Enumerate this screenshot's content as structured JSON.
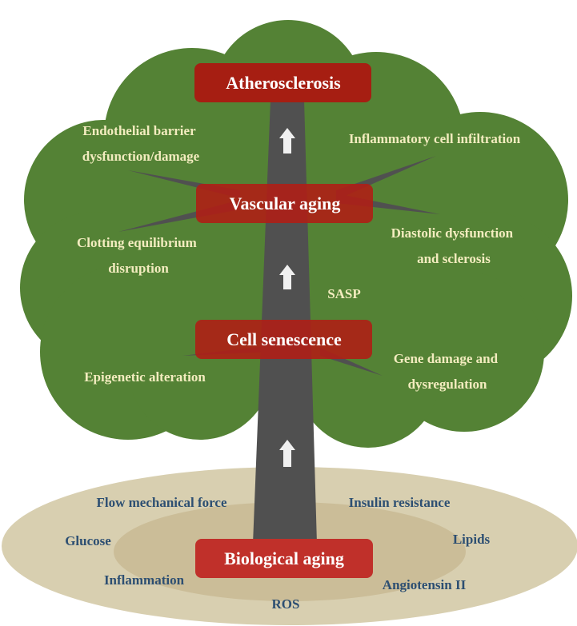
{
  "colors": {
    "canopy": "#548235",
    "trunk": "#505050",
    "node_box": "#a61e12",
    "node_box_bottom": "#c0302a",
    "tree_text": "#f3ecbf",
    "ground_text": "#2d4f72",
    "ground_outer": "#d8cfb0",
    "ground_inner": "#cbbd98",
    "arrow": "#f0f0f0"
  },
  "nodes": {
    "top": "Atherosclerosis",
    "upper": "Vascular aging",
    "middle": "Cell senescence",
    "root": "Biological aging"
  },
  "tree_labels": {
    "endothelial": [
      "Endothelial barrier",
      "dysfunction/damage"
    ],
    "inflammatory": [
      "Inflammatory cell infiltration"
    ],
    "clotting": [
      "Clotting equilibrium",
      "disruption"
    ],
    "diastolic": [
      "Diastolic dysfunction",
      "and sclerosis"
    ],
    "sasp": [
      "SASP"
    ],
    "epigenetic": [
      "Epigenetic alteration"
    ],
    "gene": [
      "Gene damage and",
      "dysregulation"
    ]
  },
  "ground_labels": {
    "flow": "Flow mechanical force",
    "insulin": "Insulin resistance",
    "glucose": "Glucose",
    "lipids": "Lipids",
    "inflammation": "Inflammation",
    "angiotensin": "Angiotensin II",
    "ros": "ROS"
  },
  "arrows": [
    "arrow-up",
    "arrow-up",
    "arrow-up"
  ]
}
